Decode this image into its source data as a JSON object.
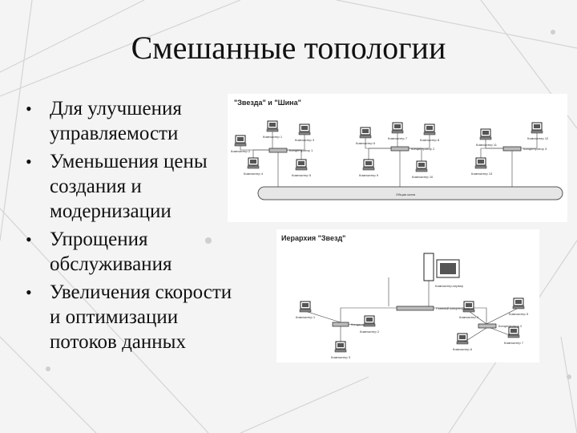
{
  "slide": {
    "title": "Смешанные топологии",
    "bullets": [
      "Для улучшения управляемости",
      "Уменьшения цены создания и модернизации",
      "Упрощения обслуживания",
      "Увеличения скорости и оптимизации потоков данных"
    ]
  },
  "diagram_star_bus": {
    "title": "\"Звезда\" и \"Шина\"",
    "bus_label": "Общая шина",
    "hub_labels": [
      "Концентратор 1",
      "Концентратор 2",
      "Концентратор 3"
    ],
    "computer_labels": [
      "Компьютер 1",
      "Компьютер 2",
      "Компьютер 3",
      "Компьютер 4",
      "Компьютер 5",
      "Компьютер 6",
      "Компьютер 7",
      "Компьютер 8",
      "Компьютер 9",
      "Компьютер 10",
      "Компьютер 11",
      "Компьютер 12",
      "Компьютер 13"
    ]
  },
  "diagram_star_hierarchy": {
    "title": "Иерархия \"Звезд\"",
    "root_hub_label": "Главный концентратор",
    "server_label": "Компьютер-сервер",
    "hub_labels": [
      "Концентратор 1",
      "Концентратор 2"
    ],
    "computer_labels": [
      "Компьютер 1",
      "Компьютер 2",
      "Компьютер 3",
      "Компьютер 4",
      "Компьютер 5",
      "Компьютер 6",
      "Компьютер 7"
    ]
  },
  "colors": {
    "background": "#f4f4f4",
    "decor_lines": "#d8d8d8",
    "text": "#111111",
    "diagram_ink": "#333333"
  }
}
